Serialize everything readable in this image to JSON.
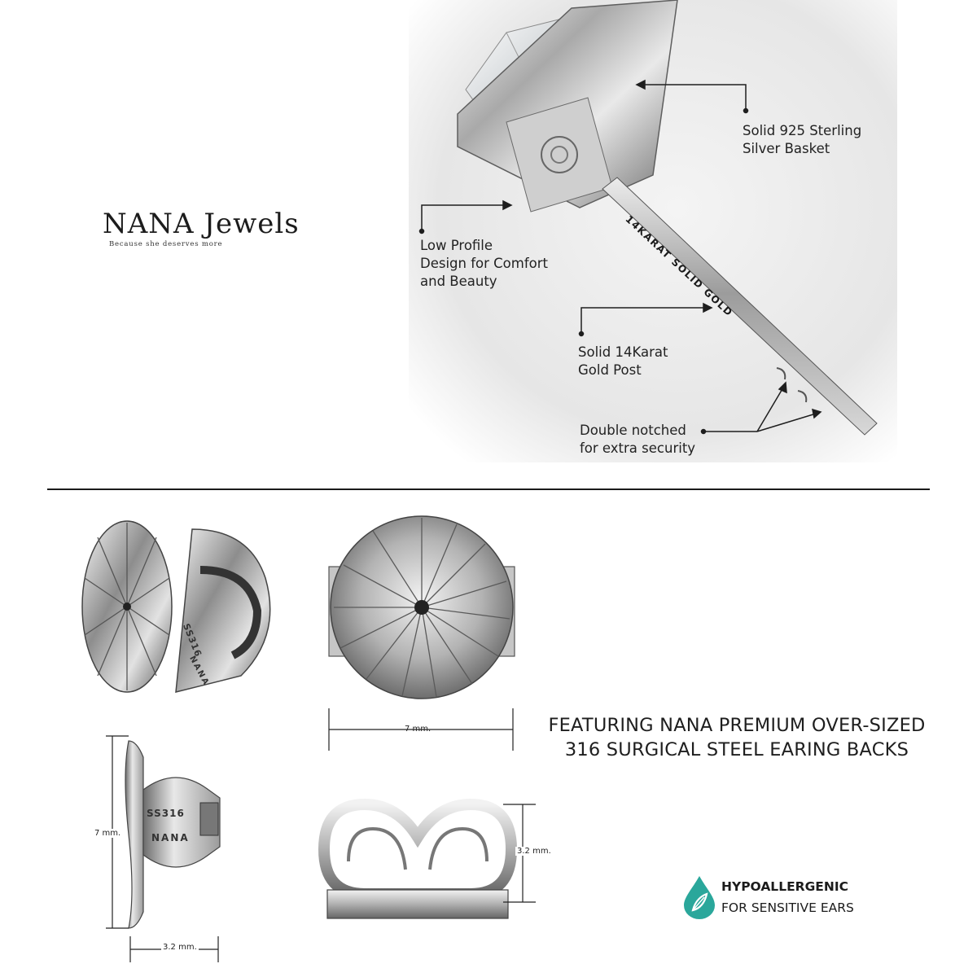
{
  "logo": {
    "name": "NANA Jewels",
    "tagline": "Because she deserves more"
  },
  "callouts": {
    "basket": [
      "Solid 925 Sterling",
      "Silver Basket"
    ],
    "profile": [
      "Low Profile",
      "Design for Comfort",
      "and Beauty"
    ],
    "post": [
      "Solid 14Karat",
      "Gold Post"
    ],
    "notch": [
      "Double notched",
      "for extra security"
    ]
  },
  "post_engraving": "14KARAT SOLID GOLD",
  "back_engraving": {
    "steel": "SS316",
    "brand": "NANA"
  },
  "dimensions": {
    "front_width": "7 mm.",
    "side_height": "7 mm.",
    "side_depth": "3.2 mm.",
    "loop_height": "3.2 mm."
  },
  "feature": {
    "line1": "FEATURING NANA PREMIUM OVER-SIZED",
    "line2": "316 SURGICAL STEEL EARING BACKS"
  },
  "hypoallergenic": {
    "title": "HYPOALLERGENIC",
    "subtitle": "FOR SENSITIVE EARS",
    "icon": "leaf-drop-icon",
    "icon_color": "#2aa79b"
  }
}
